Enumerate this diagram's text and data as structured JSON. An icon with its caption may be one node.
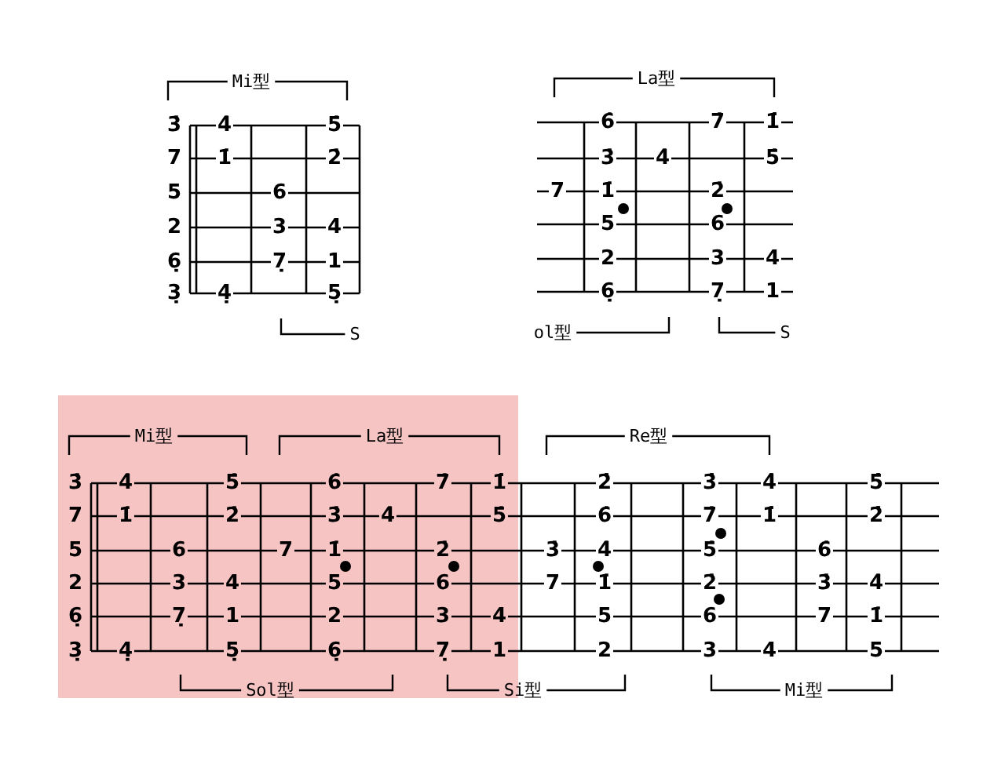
{
  "diagram": {
    "labels": [
      "Mi型",
      "3̇",
      "4̇",
      "5̇",
      "7",
      "1̇",
      "2̇",
      "5",
      "6",
      "2",
      "3",
      "4",
      "6̣",
      "7̣",
      "1",
      "3̣",
      "4̣",
      "5̣",
      "S",
      "La型",
      "6̇",
      "7̇",
      "1̇̇",
      "3̇",
      "4̇",
      "5̇",
      "7",
      "1̇",
      "2̇",
      "5",
      "6",
      "2",
      "3",
      "4",
      "6̣",
      "7̣",
      "1",
      "ol型",
      "S",
      "Mi型",
      "La型",
      "Re型",
      "3̇",
      "4̇",
      "5̇",
      "6̇",
      "7̇",
      "1̇̇",
      "2̇̇",
      "3̇̇",
      "4̇̇",
      "5̇̇",
      "7",
      "1̇",
      "2̇",
      "3̇",
      "4̇",
      "5̇",
      "6̇",
      "7̇",
      "1̇̇",
      "2̇̇",
      "5",
      "6",
      "7",
      "1̇",
      "2̇",
      "3̇",
      "4̇",
      "5̇",
      "6̇",
      "2",
      "3",
      "4",
      "5",
      "6",
      "7",
      "1̇",
      "2̇",
      "3̇",
      "4̇",
      "6̣",
      "7̣",
      "1",
      "2",
      "3",
      "4",
      "5",
      "6",
      "7",
      "1̇",
      "3̣",
      "4̣",
      "5̣",
      "6̣",
      "7̣",
      "1",
      "2",
      "3",
      "4",
      "5",
      "Sol型",
      "Si型",
      "Mi型"
    ]
  }
}
